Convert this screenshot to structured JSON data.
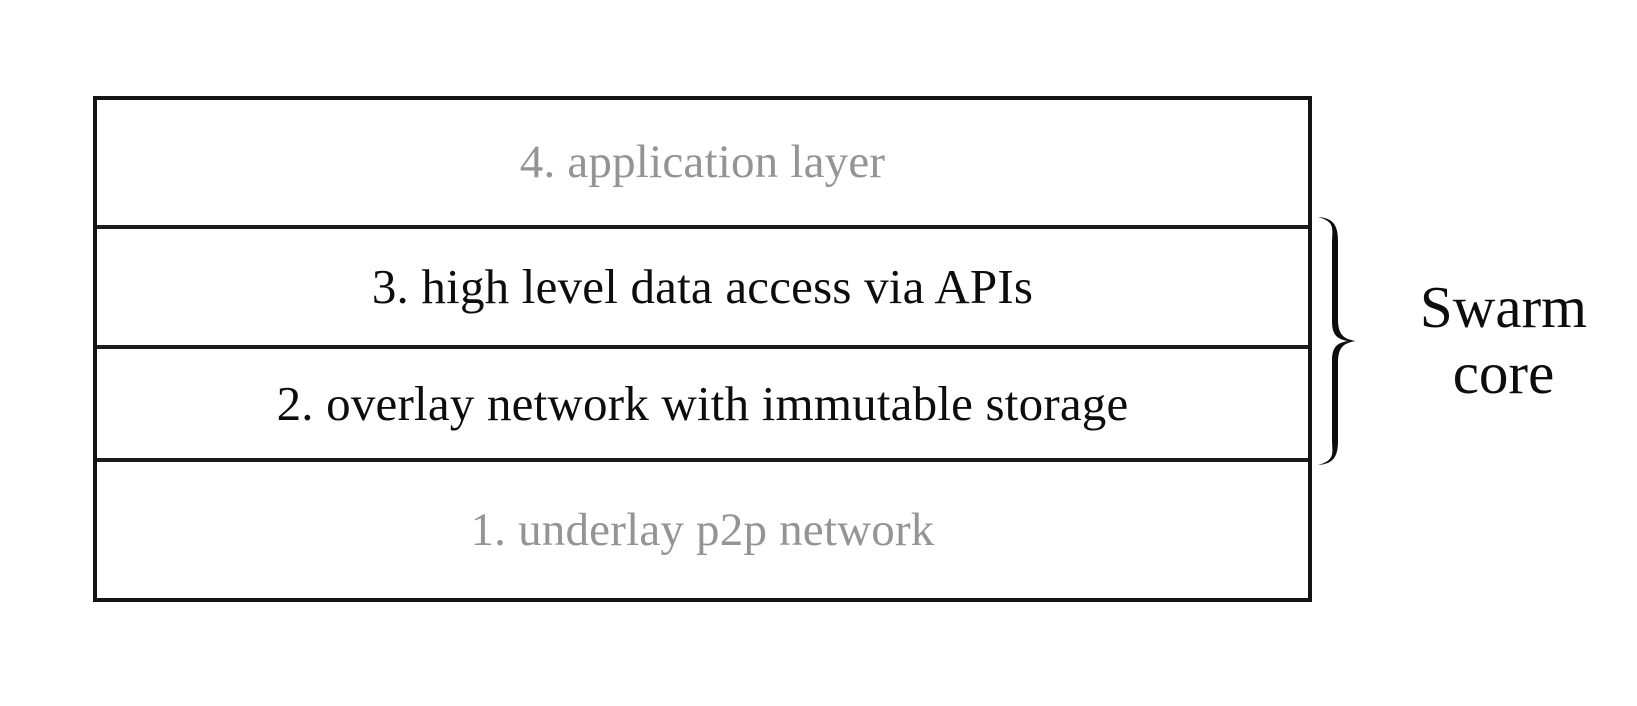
{
  "diagram": {
    "title": "Swarm layered architecture stack",
    "colors": {
      "border": "#141414",
      "divider": "#1c1c1c",
      "active_text": "#0d0d0d",
      "muted_text": "#949494",
      "background": "#ffffff"
    },
    "layers": [
      {
        "number": "4",
        "label": "4. application layer",
        "emphasis": "muted",
        "in_core": false
      },
      {
        "number": "3",
        "label": "3. high level data access via APIs",
        "emphasis": "strong",
        "in_core": true
      },
      {
        "number": "2",
        "label": "2. overlay network with immutable storage",
        "emphasis": "strong",
        "in_core": true
      },
      {
        "number": "1",
        "label": "1. underlay p2p network",
        "emphasis": "muted",
        "in_core": false
      }
    ],
    "annotation": {
      "brace": "right-curly-brace",
      "line1": "Swarm",
      "line2": "core",
      "spans_layers": [
        "3",
        "2"
      ]
    }
  }
}
